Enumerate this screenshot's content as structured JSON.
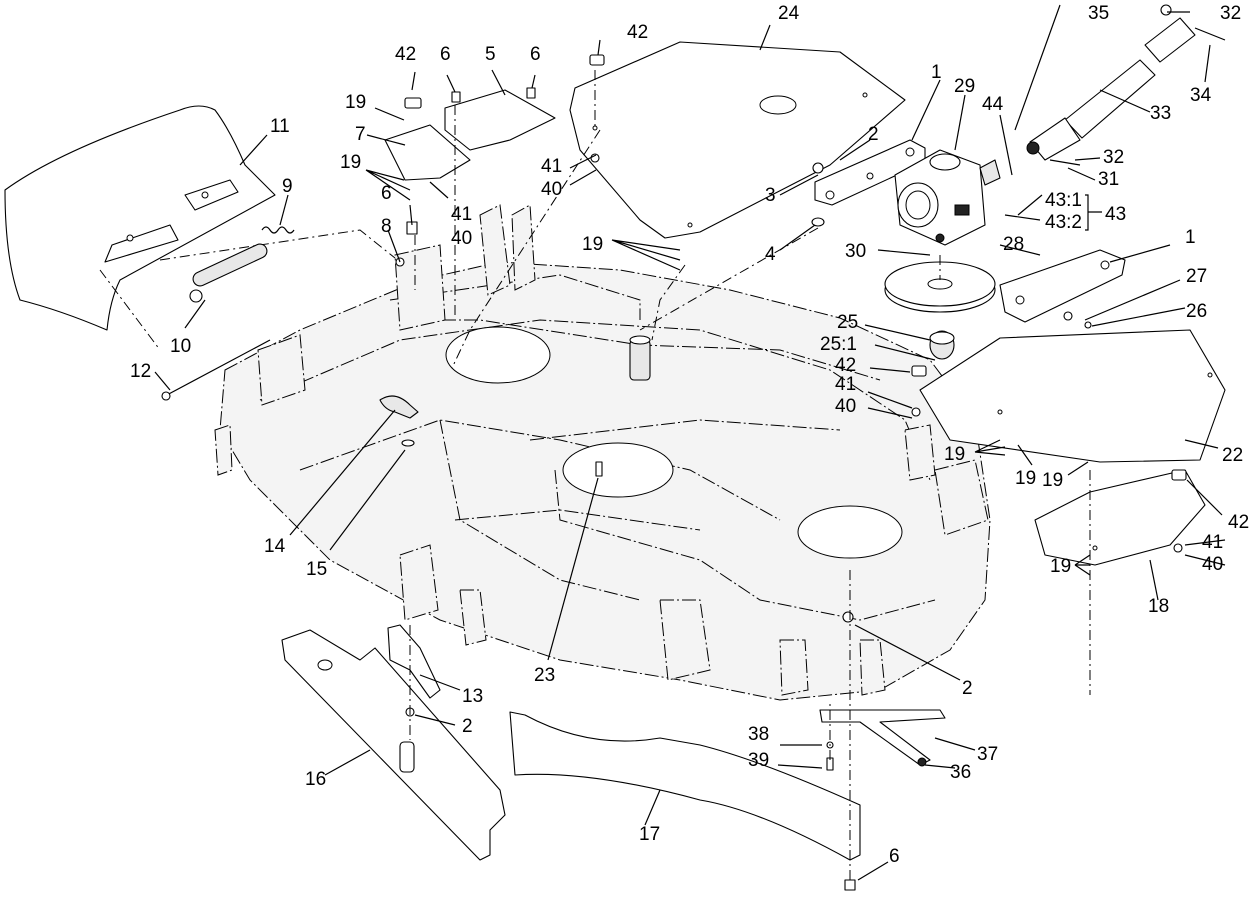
{
  "diagram": {
    "callouts": {
      "c1a": "1",
      "c1b": "1",
      "c2a": "2",
      "c2b": "2",
      "c2c": "2",
      "c3": "3",
      "c4": "4",
      "c5": "5",
      "c6a": "6",
      "c6b": "6",
      "c6c": "6",
      "c6d": "6",
      "c7": "7",
      "c8": "8",
      "c9": "9",
      "c10": "10",
      "c11": "11",
      "c12": "12",
      "c13": "13",
      "c14": "14",
      "c15": "15",
      "c16": "16",
      "c17": "17",
      "c18": "18",
      "c19a": "19",
      "c19b": "19",
      "c19c": "19",
      "c19d": "19",
      "c19e": "19",
      "c19f": "19",
      "c19g": "19",
      "c22": "22",
      "c23": "23",
      "c24": "24",
      "c25": "25",
      "c25_1": "25:1",
      "c26": "26",
      "c27": "27",
      "c28": "28",
      "c29": "29",
      "c30": "30",
      "c31": "31",
      "c32a": "32",
      "c32b": "32",
      "c33": "33",
      "c34": "34",
      "c35": "35",
      "c36": "36",
      "c37": "37",
      "c38": "38",
      "c39": "39",
      "c40a": "40",
      "c40b": "40",
      "c40c": "40",
      "c40d": "40",
      "c41a": "41",
      "c41b": "41",
      "c41c": "41",
      "c41d": "41",
      "c42a": "42",
      "c42b": "42",
      "c42c": "42",
      "c42d": "42",
      "c43": "43",
      "c43_1": "43:1",
      "c43_2": "43:2",
      "c44": "44"
    }
  }
}
